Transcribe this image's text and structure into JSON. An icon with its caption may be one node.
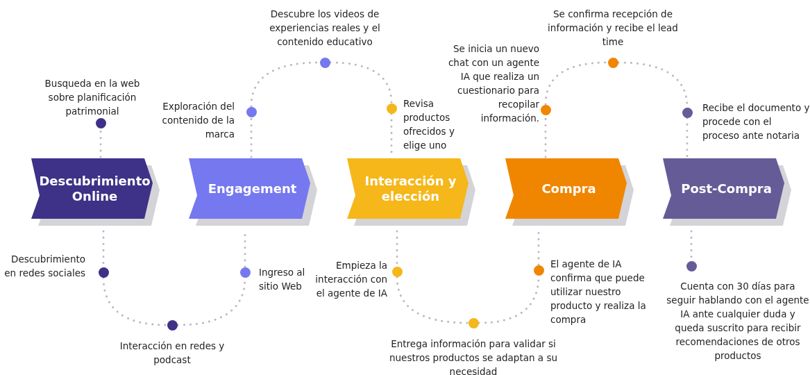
{
  "diagram": {
    "nodes": [
      {
        "text": [
          "Descubrimiento Online"
        ]
      },
      {
        "text": [
          "Engagement"
        ]
      },
      {
        "text": [
          "Interacción y elección"
        ]
      },
      {
        "text": [
          "Compra"
        ]
      },
      {
        "text": [
          "Post-Compra"
        ]
      },
      {
        "text": [],
        "shape": "circle",
        "beside": [
          "Busqueda en la web sobre planificación patrimonial"
        ]
      },
      {
        "text": [],
        "shape": "circle",
        "beside": [
          "Descubrimiento en redes sociales"
        ]
      },
      {
        "text": [],
        "shape": "circle",
        "beside": [
          "Interacción en redes y podcast"
        ]
      },
      {
        "text": [],
        "shape": "circle",
        "beside": [
          "Ingreso al sitio Web"
        ]
      },
      {
        "text": [],
        "shape": "circle",
        "beside": [
          "Exploración del contenido de la marca"
        ]
      },
      {
        "text": [],
        "shape": "circle",
        "beside": [
          "Descubre los videos de experiencias reales y el contenido educativo"
        ]
      },
      {
        "text": [],
        "shape": "circle",
        "beside": [
          "Revisa productos ofrecidos y elige uno"
        ]
      },
      {
        "text": [],
        "shape": "circle",
        "beside": [
          "Empieza la interacción con el agente de IA"
        ]
      },
      {
        "text": [],
        "shape": "circle",
        "beside": [
          "Entrega información para validar si nuestros productos se adaptan a su necesidad"
        ]
      },
      {
        "text": [],
        "shape": "circle",
        "beside": [
          "El agente de IA confirma que puede utilizar nuestro producto y realiza la compra"
        ]
      },
      {
        "text": [],
        "shape": "circle",
        "beside": [
          "Se inicia un nuevo chat con un agente IA que realiza un cuestionario para recopilar información."
        ]
      },
      {
        "text": [],
        "shape": "circle",
        "beside": [
          "Se confirma recepción de información y recibe el lead time"
        ]
      },
      {
        "text": [],
        "shape": "circle",
        "beside": [
          "Recibe el documento y procede con el proceso ante notaria"
        ]
      },
      {
        "text": [],
        "shape": "circle",
        "beside": [
          "Cuenta con 30 días para seguir hablando con el agente IA ante cualquier duda y queda suscrito para recibir recomendaciones de otros productos"
        ]
      }
    ],
    "edges": [
      {
        "from": 0,
        "to": 5,
        "arrow": "none"
      },
      {
        "from": 0,
        "to": 6,
        "arrow": "none"
      },
      {
        "from": 6,
        "to": 7,
        "arrow": "none"
      },
      {
        "from": 7,
        "to": 8,
        "arrow": "none"
      },
      {
        "from": 8,
        "to": 1,
        "arrow": "none"
      },
      {
        "from": 1,
        "to": 9,
        "arrow": "none"
      },
      {
        "from": 9,
        "to": 10,
        "arrow": "none"
      },
      {
        "from": 10,
        "to": 11,
        "arrow": "none"
      },
      {
        "from": 11,
        "to": 2,
        "arrow": "none"
      },
      {
        "from": 2,
        "to": 12,
        "arrow": "none"
      },
      {
        "from": 12,
        "to": 13,
        "arrow": "none"
      },
      {
        "from": 13,
        "to": 14,
        "arrow": "none"
      },
      {
        "from": 14,
        "to": 3,
        "arrow": "none"
      },
      {
        "from": 3,
        "to": 15,
        "arrow": "none"
      },
      {
        "from": 15,
        "to": 16,
        "arrow": "none"
      },
      {
        "from": 16,
        "to": 17,
        "arrow": "none"
      },
      {
        "from": 17,
        "to": 4,
        "arrow": "none"
      },
      {
        "from": 4,
        "to": 18,
        "arrow": "none"
      }
    ]
  }
}
